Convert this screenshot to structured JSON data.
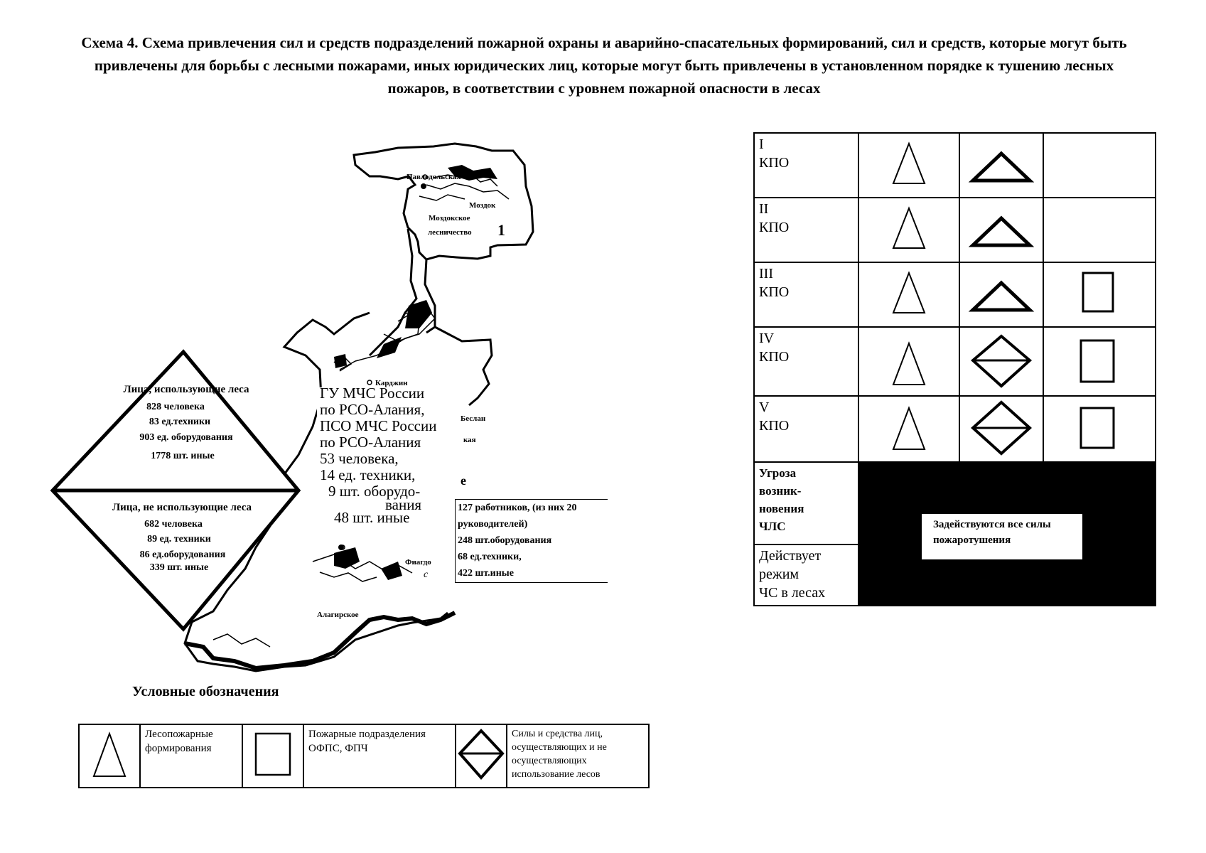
{
  "title": "Схема 4. Схема привлечения сил и средств подразделений пожарной охраны и аварийно-спасательных формирований, сил и средств, которые могут быть привлечены для борьбы с лесными пожарами, иных юридических лиц, которые могут быть привлечены в установленном порядке к тушению лесных пожаров, в соответствии с уровнем пожарной опасности в лесах",
  "map": {
    "labels": {
      "pavlodolskaya": "Павлодольская",
      "mozdok": "Моздок",
      "mozdok_forestry_1": "Моздокское",
      "mozdok_forestry_2": "лесничество",
      "region_number": "1",
      "karjin": "Карджин",
      "beslan": "Беслан",
      "partial_1": "кая",
      "partial_2": "е",
      "fiagdon": "Фиагдо",
      "partial_3": "с",
      "alagir": "Алагирское"
    }
  },
  "diamond": {
    "top": {
      "heading": "Лица, использующие леса",
      "people": "828 человека",
      "vehicles": "83 ед.техники",
      "equipment": "903 ед. оборудования",
      "other": "1778 шт. иные"
    },
    "bottom": {
      "heading": "Лица, не использующие леса",
      "people": "682 человека",
      "vehicles": "89 ед. техники",
      "equipment": "86 ед.оборудования",
      "other": "339 шт. иные"
    }
  },
  "mchs": {
    "line1": "ГУ МЧС России",
    "line2": "по РСО-Алания,",
    "line3": "ПСО МЧС России",
    "line4": "по РСО-Алания",
    "line5": "53 человека,",
    "line6": "14 ед. техники,",
    "line7": "9 шт. оборудо-",
    "line8": "вания",
    "line9": "48 шт. иные"
  },
  "workers": {
    "line1": "127 работников, (из них 20",
    "line2": "руководителей)",
    "line3": "248 шт.оборудования",
    "line4": "68 ед.техники,",
    "line5": "422 шт.иные"
  },
  "kpo_table": {
    "levels": [
      {
        "num": "I",
        "label": "КПО"
      },
      {
        "num": "II",
        "label": "КПО"
      },
      {
        "num": "III",
        "label": "КПО"
      },
      {
        "num": "IV",
        "label": "КПО"
      },
      {
        "num": "V",
        "label": "КПО"
      }
    ],
    "threat": "Угроза возник- новения ЧЛС",
    "threat_lines": [
      "Угроза",
      "возник-",
      "новения",
      "ЧЛС"
    ],
    "emergency_lines": [
      "Действует",
      "режим",
      "ЧС в лесах"
    ],
    "all_forces": "Задействуются все силы пожаротушения"
  },
  "legend": {
    "title": "Условные обозначения",
    "forest_fire": "Лесопожарные формирования",
    "fire_units": "Пожарные подразделения ОФПС, ФПЧ",
    "persons": "Силы и средства лиц, осуществляющих и не осуществляющих использование лесов"
  }
}
